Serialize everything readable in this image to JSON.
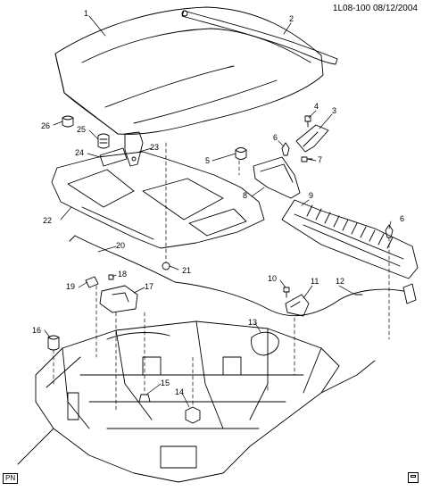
{
  "header": {
    "code": "1L08-100",
    "date": "08/12/2004"
  },
  "corner_label": "PN",
  "callouts": [
    {
      "id": "c1",
      "label": "1"
    },
    {
      "id": "c2",
      "label": "2"
    },
    {
      "id": "c3",
      "label": "3"
    },
    {
      "id": "c4",
      "label": "4"
    },
    {
      "id": "c5",
      "label": "5"
    },
    {
      "id": "c6a",
      "label": "6"
    },
    {
      "id": "c6b",
      "label": "6"
    },
    {
      "id": "c7",
      "label": "7"
    },
    {
      "id": "c8",
      "label": "8"
    },
    {
      "id": "c9",
      "label": "9"
    },
    {
      "id": "c10",
      "label": "10"
    },
    {
      "id": "c11",
      "label": "11"
    },
    {
      "id": "c12",
      "label": "12"
    },
    {
      "id": "c13",
      "label": "13"
    },
    {
      "id": "c14",
      "label": "14"
    },
    {
      "id": "c15",
      "label": "15"
    },
    {
      "id": "c16",
      "label": "16"
    },
    {
      "id": "c17",
      "label": "17"
    },
    {
      "id": "c18",
      "label": "18"
    },
    {
      "id": "c19",
      "label": "19"
    },
    {
      "id": "c20",
      "label": "20"
    },
    {
      "id": "c21",
      "label": "21"
    },
    {
      "id": "c22",
      "label": "22"
    },
    {
      "id": "c23",
      "label": "23"
    },
    {
      "id": "c24",
      "label": "24"
    },
    {
      "id": "c25",
      "label": "25"
    },
    {
      "id": "c26",
      "label": "26"
    }
  ]
}
